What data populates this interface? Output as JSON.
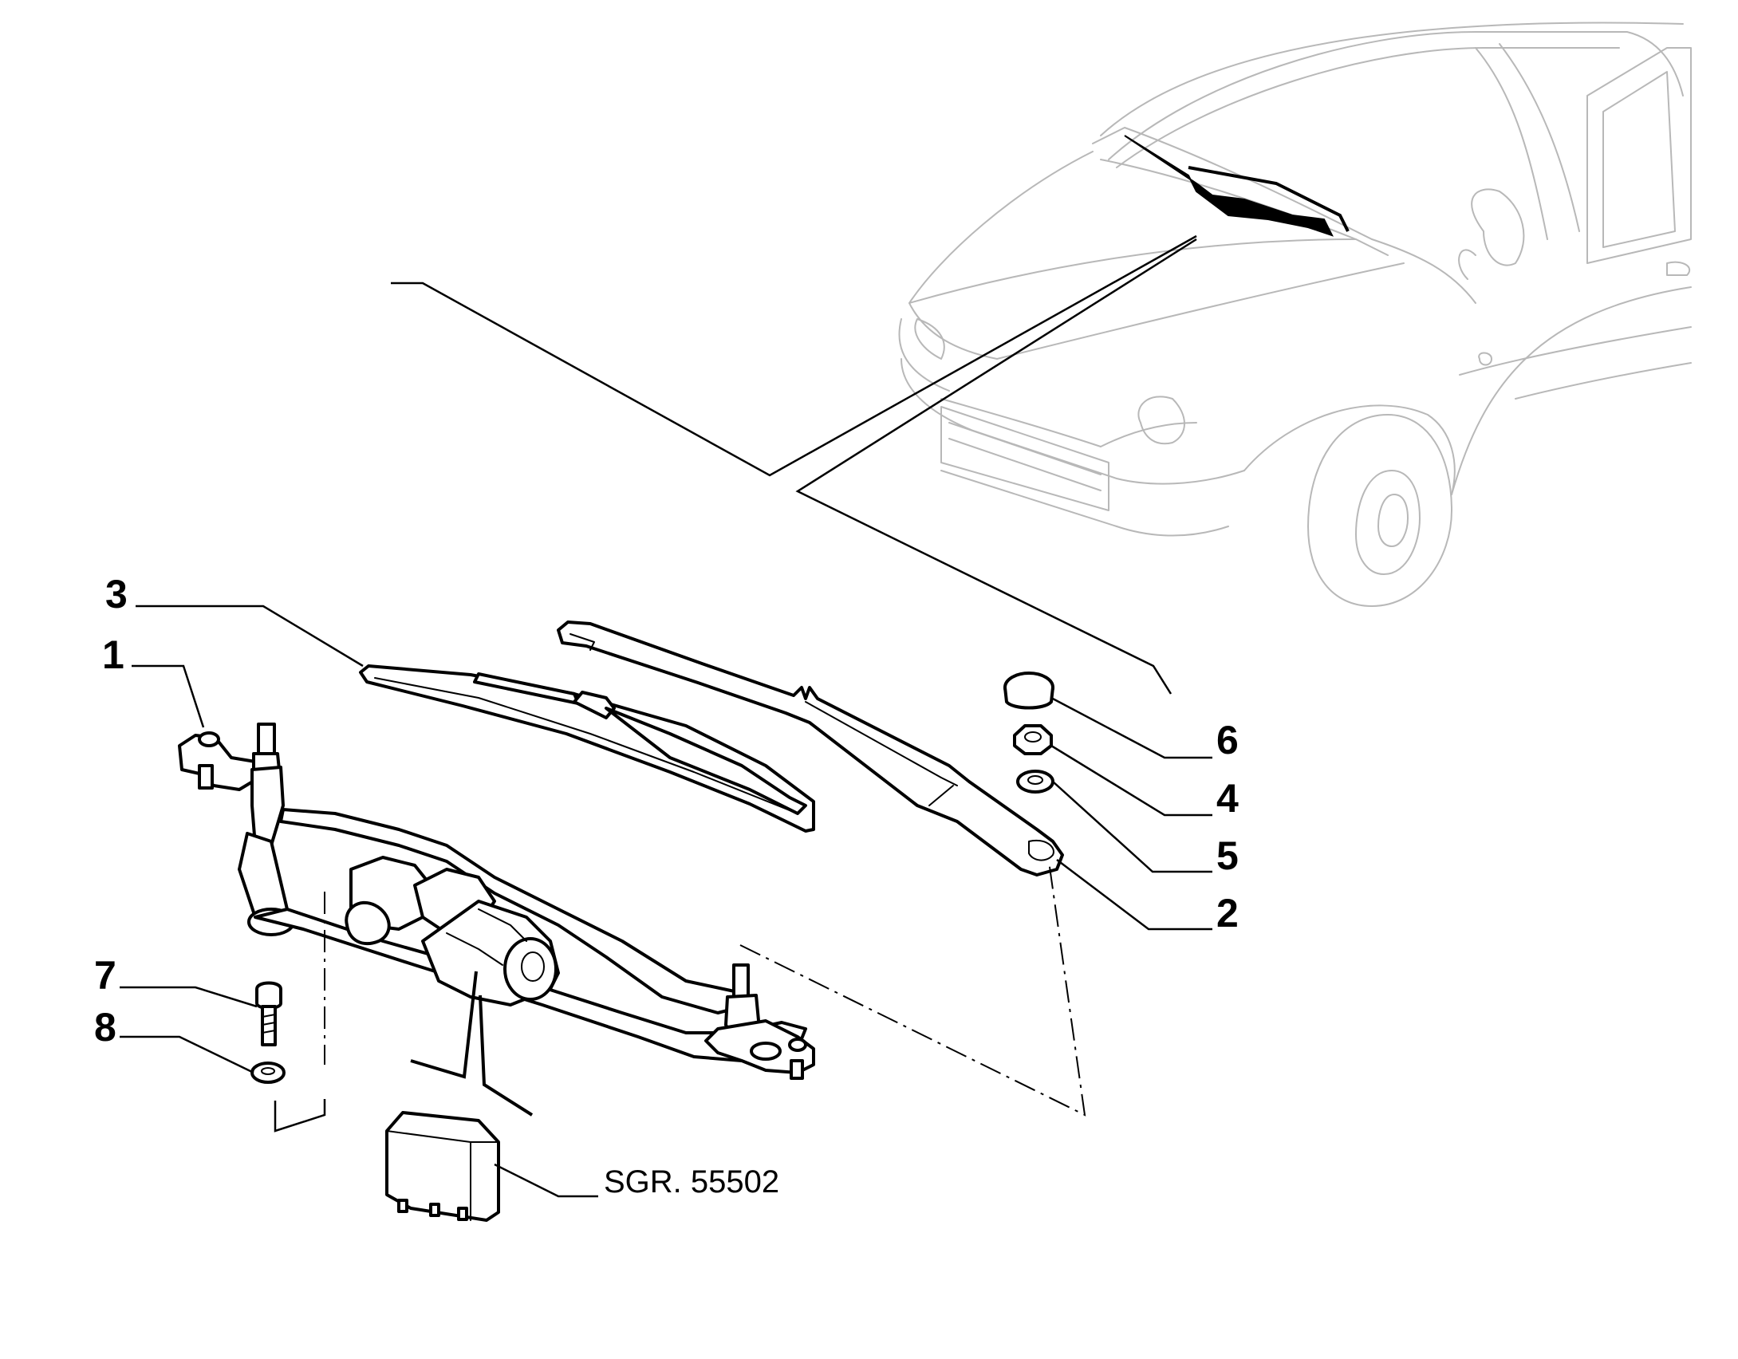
{
  "diagram": {
    "callouts": [
      {
        "id": "1",
        "label": "1"
      },
      {
        "id": "2",
        "label": "2"
      },
      {
        "id": "3",
        "label": "3"
      },
      {
        "id": "4",
        "label": "4"
      },
      {
        "id": "5",
        "label": "5"
      },
      {
        "id": "6",
        "label": "6"
      },
      {
        "id": "7",
        "label": "7"
      },
      {
        "id": "8",
        "label": "8"
      }
    ],
    "reference": {
      "label": "SGR. 55502"
    }
  }
}
